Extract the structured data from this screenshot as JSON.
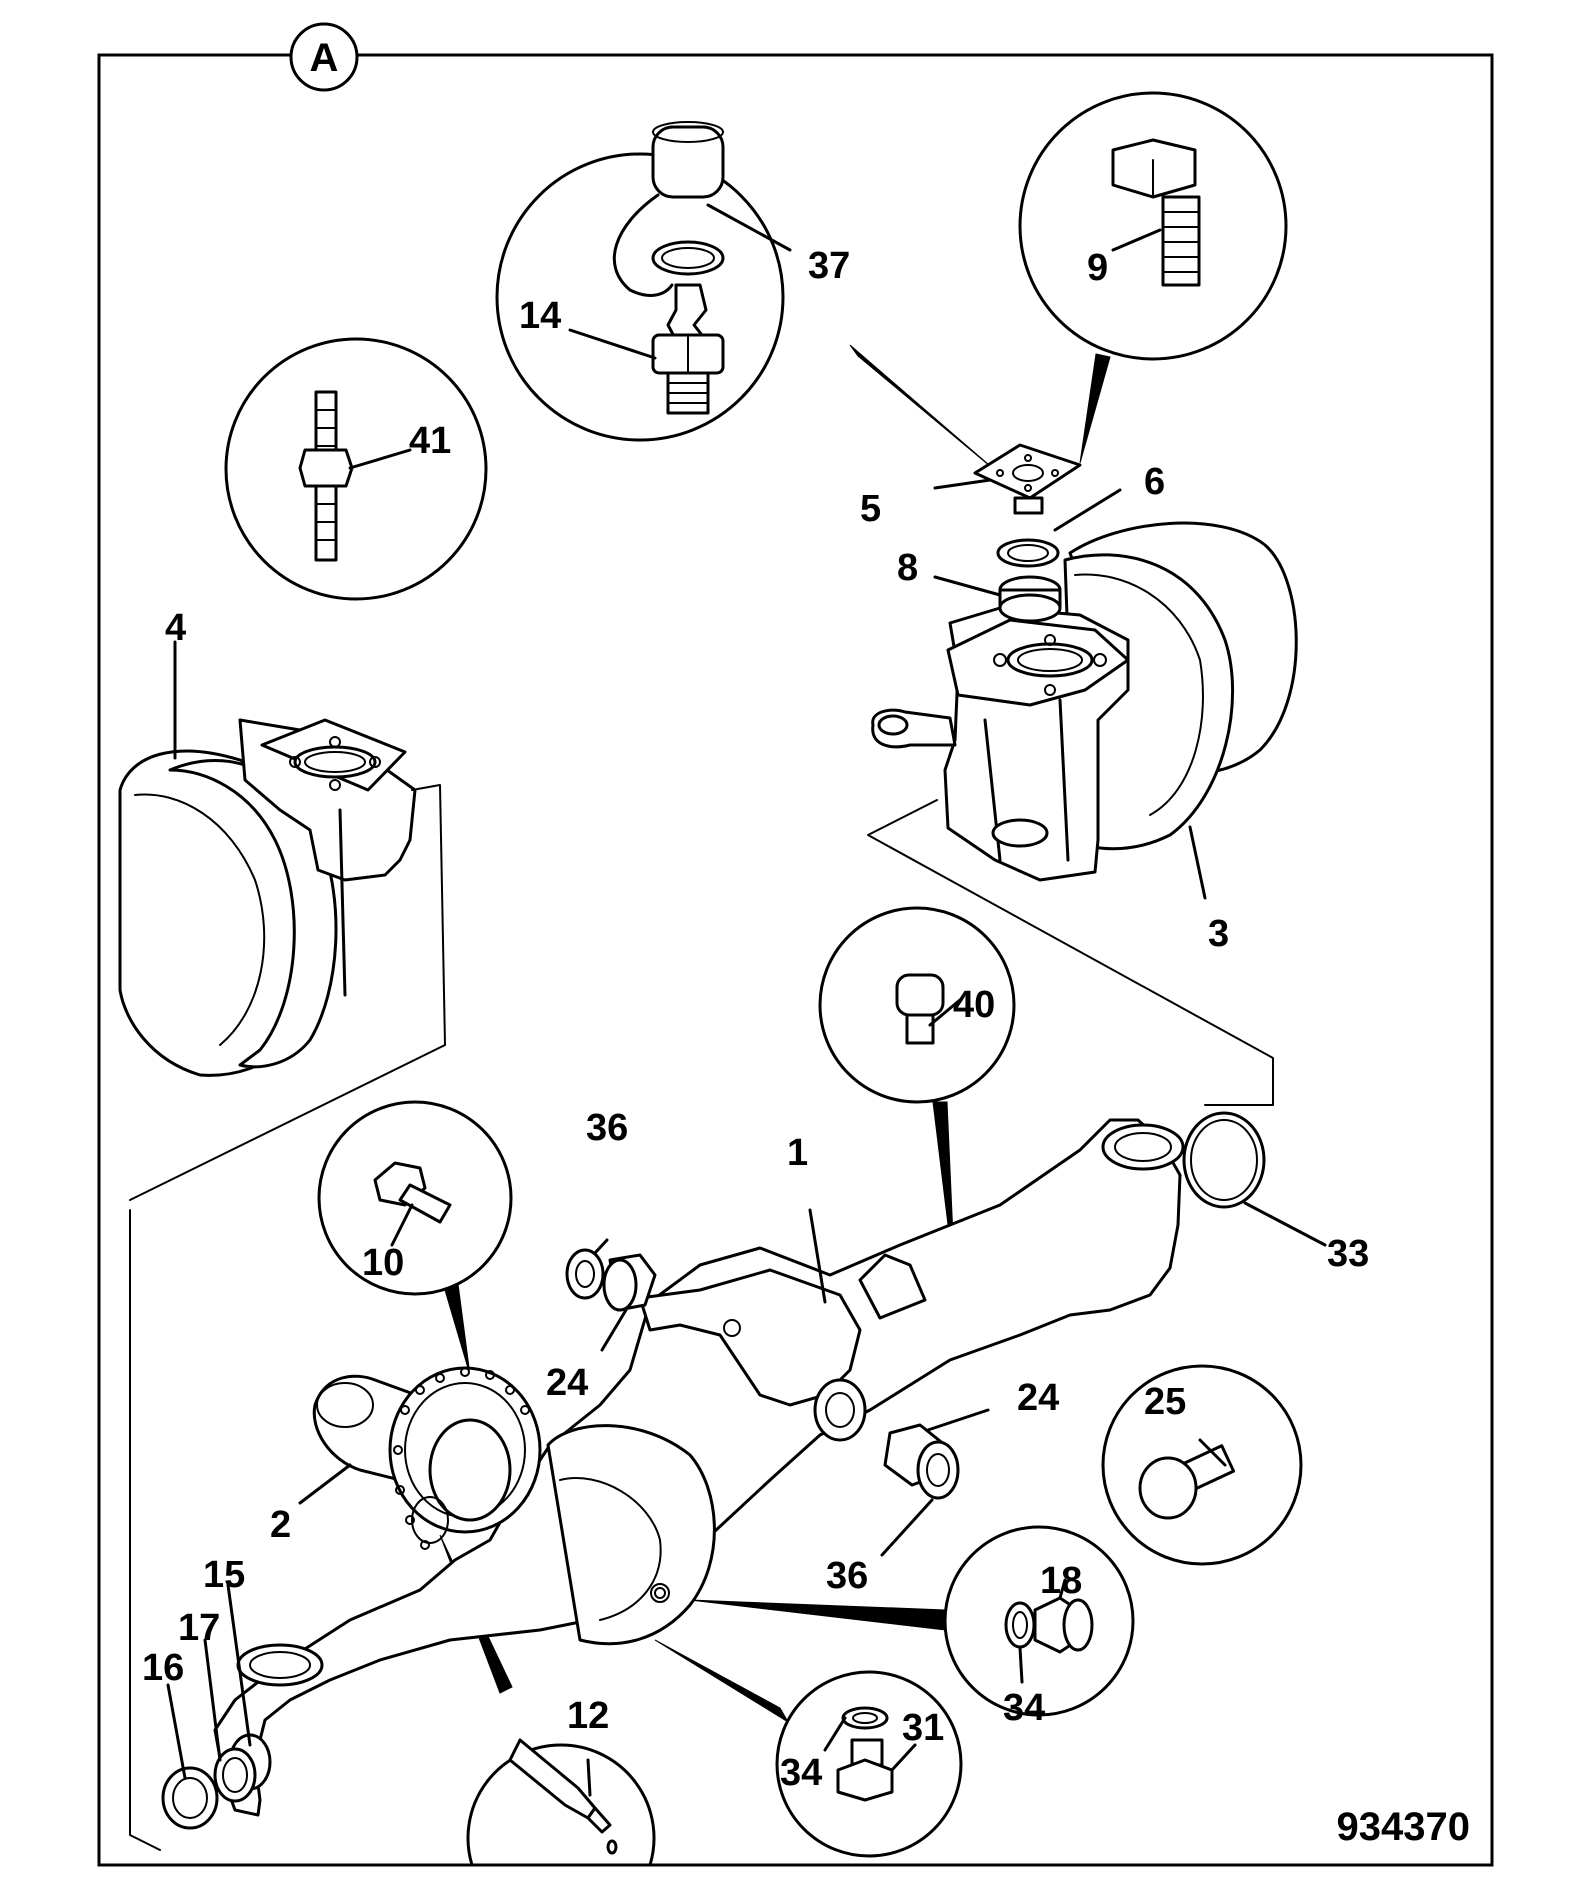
{
  "sheet_marker": "A",
  "figure_number": "934370",
  "callouts": {
    "c1": "1",
    "c2": "2",
    "c3": "3",
    "c4": "4",
    "c5": "5",
    "c6": "6",
    "c8": "8",
    "c9": "9",
    "c10": "10",
    "c12": "12",
    "c14": "14",
    "c15": "15",
    "c16": "16",
    "c17": "17",
    "c18": "18",
    "c24a": "24",
    "c24b": "24",
    "c25": "25",
    "c31": "31",
    "c33": "33",
    "c34a": "34",
    "c34b": "34",
    "c36a": "36",
    "c36b": "36",
    "c37": "37",
    "c40": "40",
    "c41": "41"
  }
}
